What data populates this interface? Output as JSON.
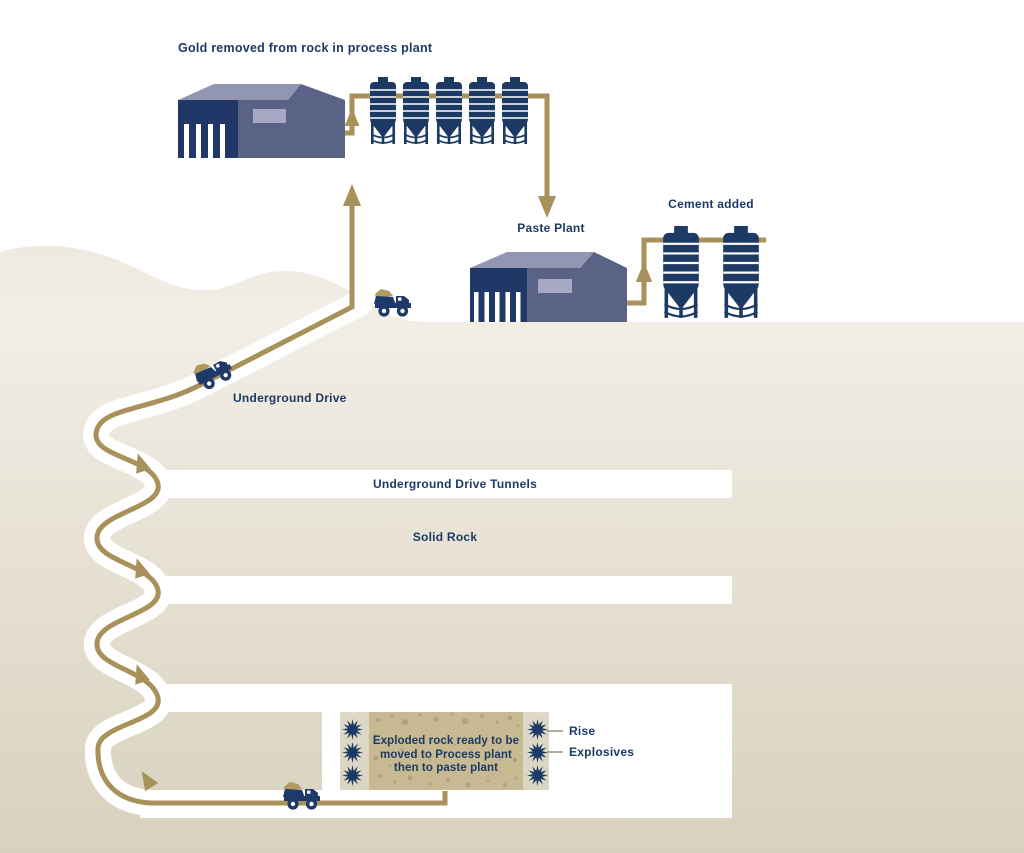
{
  "diagram": {
    "title": "Gold removed from rock in process plant",
    "surface": {
      "paste_plant_label": "Paste Plant",
      "cement_label": "Cement added"
    },
    "underground": {
      "drive_label": "Underground Drive",
      "tunnels_label": "Underground Drive Tunnels",
      "solid_rock_label": "Solid Rock",
      "exploded_rock": {
        "line1": "Exploded rock ready to be",
        "line2": "moved to Process plant",
        "line3": "then to paste plant"
      },
      "rise_label": "Rise",
      "explosives_label": "Explosives"
    },
    "colors": {
      "navy": "#1c3a64",
      "gold": "#a8915a",
      "building_body": "#5a6286",
      "building_roof": "#9296b3",
      "building_window": "#a7a9c4",
      "building_dark_wall": "#203768",
      "rock_fill": "#c7b992",
      "rock_speckle": "#a3946a",
      "ground_top": "#f2eee6",
      "ground_bottom": "#d8d1bd",
      "hill": "#efeadf",
      "connector_gray": "#9a978c",
      "tunnel_white": "#ffffff"
    }
  }
}
